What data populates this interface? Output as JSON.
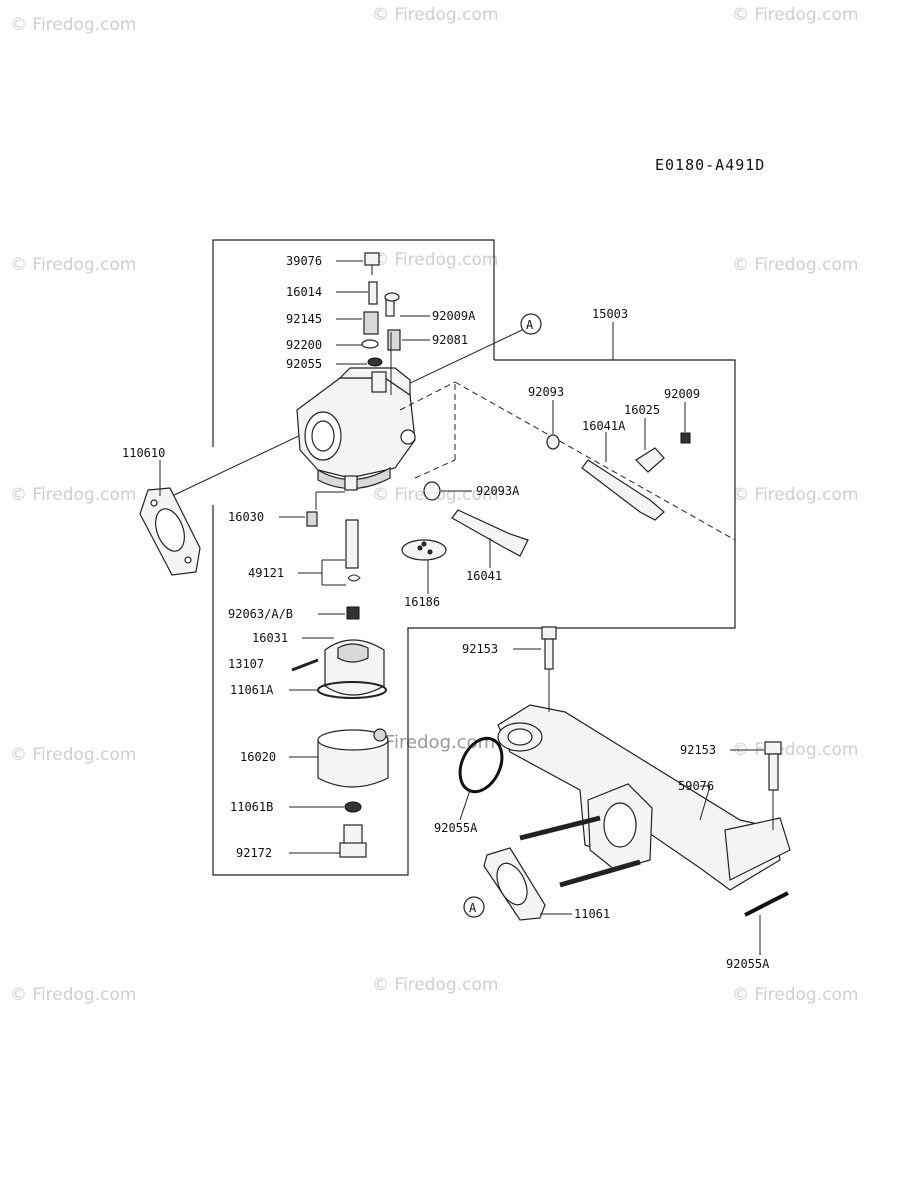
{
  "diagram_code": "E0180-A491D",
  "watermark": "© Firedog.com",
  "watermark_center": "Firedog.com",
  "ref_marker": "A",
  "labels": {
    "p39076": "39076",
    "p16014": "16014",
    "p92145": "92145",
    "p92009A": "92009A",
    "p92200": "92200",
    "p92081": "92081",
    "p92055": "92055",
    "p110610": "110610",
    "p16030": "16030",
    "p49121": "49121",
    "p92063": "92063/A/B",
    "p16031": "16031",
    "p13107": "13107",
    "p11061A": "11061A",
    "p16020": "16020",
    "p11061B": "11061B",
    "p92172": "92172",
    "p15003": "15003",
    "p92093": "92093",
    "p92009": "92009",
    "p16025": "16025",
    "p16041A": "16041A",
    "p92093A": "92093A",
    "p16041": "16041",
    "p16186": "16186",
    "p92153a": "92153",
    "p92153b": "92153",
    "p59076": "59076",
    "p92055A_mid": "92055A",
    "p11061": "11061",
    "p92055A_bot": "92055A"
  }
}
